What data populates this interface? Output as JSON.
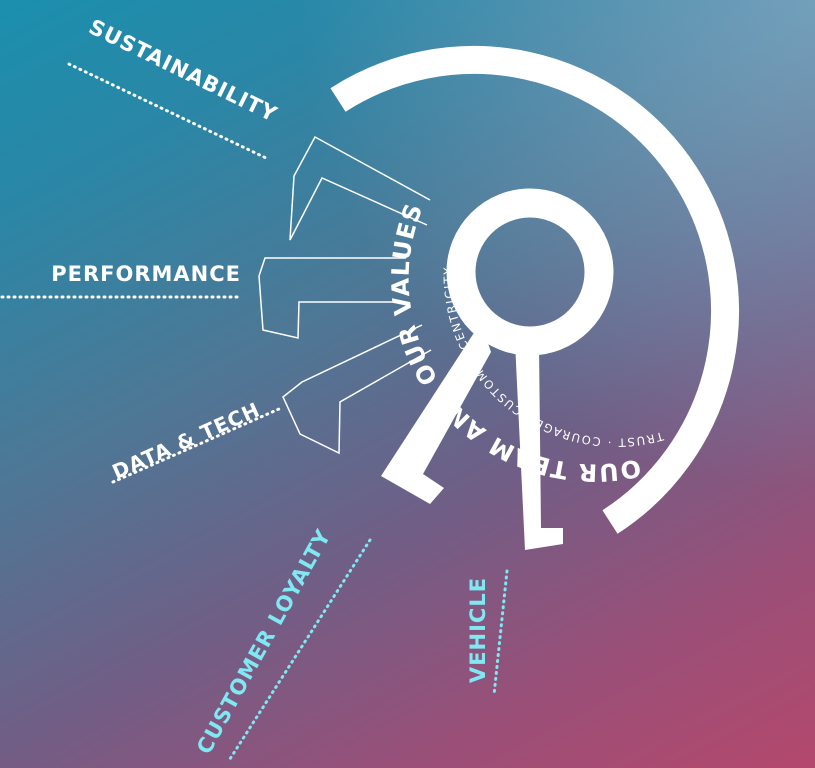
{
  "colors": {
    "white": "#ffffff",
    "cyan": "#7fe8f2",
    "key": "#ffffff"
  },
  "labels": {
    "sustainability": "SUSTAINABILITY",
    "performance": "PERFORMANCE",
    "data_tech": "DATA & TECH",
    "customer_loyalty": "CUSTOMER LOYALTY",
    "vehicle": "VEHICLE"
  },
  "values_ring": {
    "title": "OUR TEAM AND OUR VALUES",
    "values": "TRUST · COURAGE · CUSTOMER CENTRICITY"
  },
  "icons": {
    "key": "key-icon"
  }
}
